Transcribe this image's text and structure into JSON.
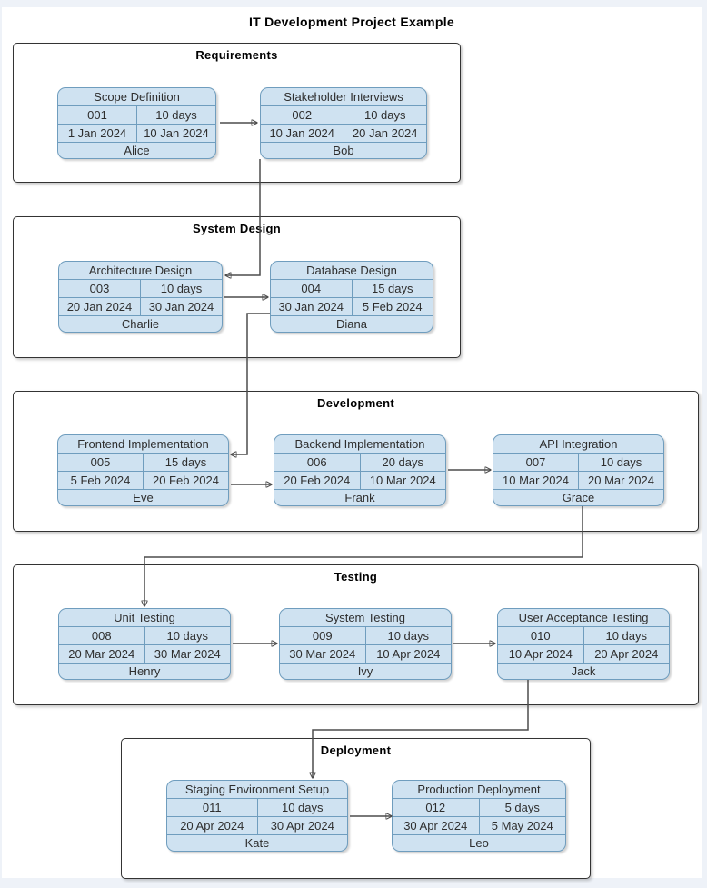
{
  "page": {
    "title": "IT Development Project Example"
  },
  "colors": {
    "card_fill": "#cfe2f1",
    "card_border": "#6f9dbe",
    "section_border": "#333333",
    "connector": "#4d4d4d",
    "background": "#ffffff"
  },
  "sections": [
    {
      "title": "Requirements",
      "tasks": [
        {
          "title": "Scope Definition",
          "id": "001",
          "duration": "10 days",
          "start": "1 Jan 2024",
          "end": "10 Jan 2024",
          "assignee": "Alice"
        },
        {
          "title": "Stakeholder Interviews",
          "id": "002",
          "duration": "10 days",
          "start": "10 Jan 2024",
          "end": "20 Jan 2024",
          "assignee": "Bob"
        }
      ]
    },
    {
      "title": "System Design",
      "tasks": [
        {
          "title": "Architecture Design",
          "id": "003",
          "duration": "10 days",
          "start": "20 Jan 2024",
          "end": "30 Jan 2024",
          "assignee": "Charlie"
        },
        {
          "title": "Database Design",
          "id": "004",
          "duration": "15 days",
          "start": "30 Jan 2024",
          "end": "5 Feb 2024",
          "assignee": "Diana"
        }
      ]
    },
    {
      "title": "Development",
      "tasks": [
        {
          "title": "Frontend Implementation",
          "id": "005",
          "duration": "15 days",
          "start": "5 Feb 2024",
          "end": "20 Feb 2024",
          "assignee": "Eve"
        },
        {
          "title": "Backend Implementation",
          "id": "006",
          "duration": "20 days",
          "start": "20 Feb 2024",
          "end": "10 Mar 2024",
          "assignee": "Frank"
        },
        {
          "title": "API Integration",
          "id": "007",
          "duration": "10 days",
          "start": "10 Mar 2024",
          "end": "20 Mar 2024",
          "assignee": "Grace"
        }
      ]
    },
    {
      "title": "Testing",
      "tasks": [
        {
          "title": "Unit Testing",
          "id": "008",
          "duration": "10 days",
          "start": "20 Mar 2024",
          "end": "30 Mar 2024",
          "assignee": "Henry"
        },
        {
          "title": "System Testing",
          "id": "009",
          "duration": "10 days",
          "start": "30 Mar 2024",
          "end": "10 Apr 2024",
          "assignee": "Ivy"
        },
        {
          "title": "User Acceptance Testing",
          "id": "010",
          "duration": "10 days",
          "start": "10 Apr 2024",
          "end": "20 Apr 2024",
          "assignee": "Jack"
        }
      ]
    },
    {
      "title": "Deployment",
      "tasks": [
        {
          "title": "Staging Environment Setup",
          "id": "011",
          "duration": "10 days",
          "start": "20 Apr 2024",
          "end": "30 Apr 2024",
          "assignee": "Kate"
        },
        {
          "title": "Production Deployment",
          "id": "012",
          "duration": "5 days",
          "start": "30 Apr 2024",
          "end": "5 May 2024",
          "assignee": "Leo"
        }
      ]
    }
  ]
}
